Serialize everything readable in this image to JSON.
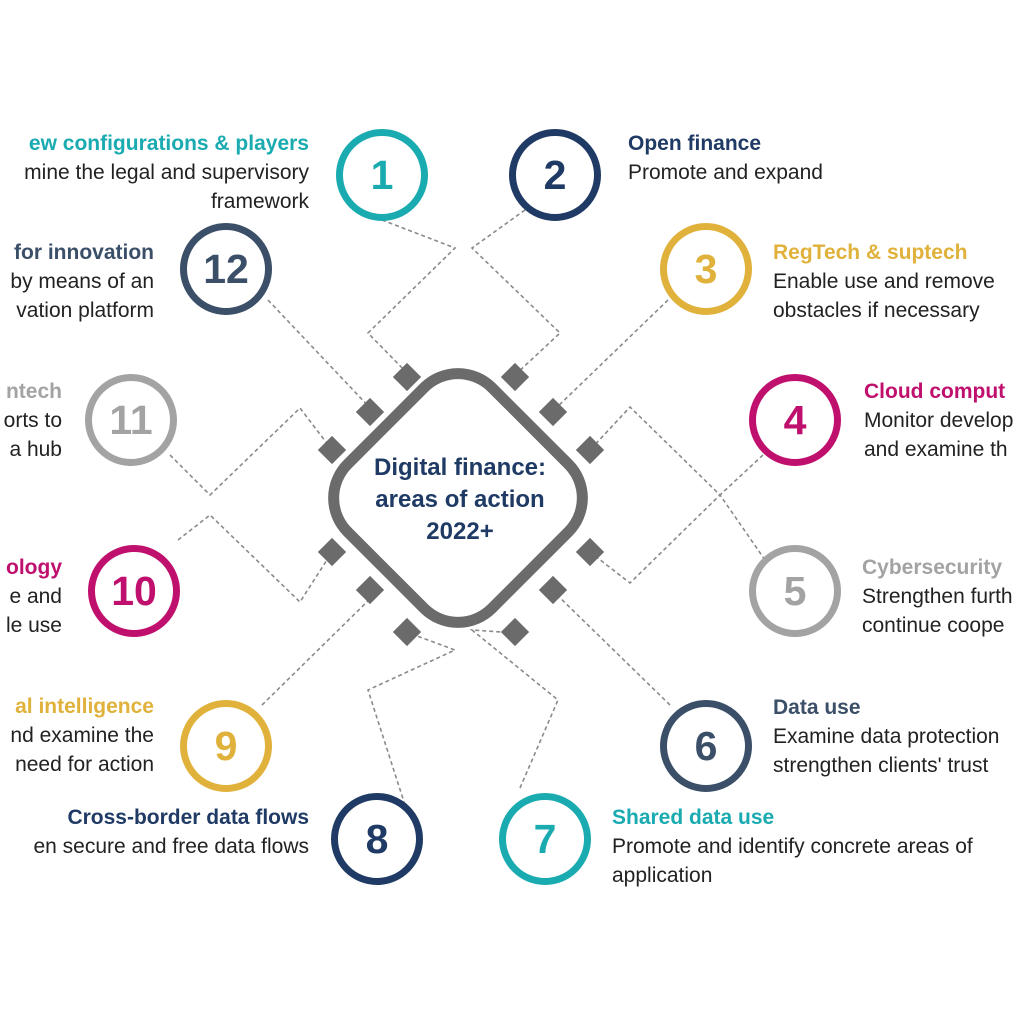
{
  "center": {
    "line1": "Digital finance:",
    "line2": "areas of action",
    "line3": "2022+"
  },
  "colors": {
    "teal": "#1aabb1",
    "navy": "#1f3a64",
    "gold": "#e0b23b",
    "magenta": "#c0106e",
    "grey": "#a3a3a3",
    "slate": "#3b4f68",
    "chip": "#6b6b6b"
  },
  "areas": [
    {
      "num": "1",
      "title": "ew configurations & players",
      "desc1": "mine the legal and supervisory",
      "desc2": "framework"
    },
    {
      "num": "2",
      "title": "Open finance",
      "desc1": "Promote and expand",
      "desc2": ""
    },
    {
      "num": "3",
      "title": "RegTech & suptech",
      "desc1": "Enable use and remove",
      "desc2": "obstacles if necessary"
    },
    {
      "num": "4",
      "title": "Cloud comput",
      "desc1": "Monitor develop",
      "desc2": "and examine th"
    },
    {
      "num": "5",
      "title": "Cybersecurity",
      "desc1": "Strengthen furth",
      "desc2": "continue coope"
    },
    {
      "num": "6",
      "title": "Data use",
      "desc1": "Examine data protection",
      "desc2": "strengthen clients' trust"
    },
    {
      "num": "7",
      "title": "Shared data use",
      "desc1": "Promote and identify concrete areas of",
      "desc2": "application"
    },
    {
      "num": "8",
      "title": "Cross-border data flows",
      "desc1": "en secure and free data flows",
      "desc2": ""
    },
    {
      "num": "9",
      "title": "al intelligence",
      "desc1": "nd examine the",
      "desc2": "need for action"
    },
    {
      "num": "10",
      "title": "ology",
      "desc1": "e and",
      "desc2": "le use"
    },
    {
      "num": "11",
      "title": "ntech",
      "desc1": "orts to",
      "desc2": "a hub"
    },
    {
      "num": "12",
      "title": "for innovation",
      "desc1": "by means of an",
      "desc2": "vation platform"
    }
  ]
}
